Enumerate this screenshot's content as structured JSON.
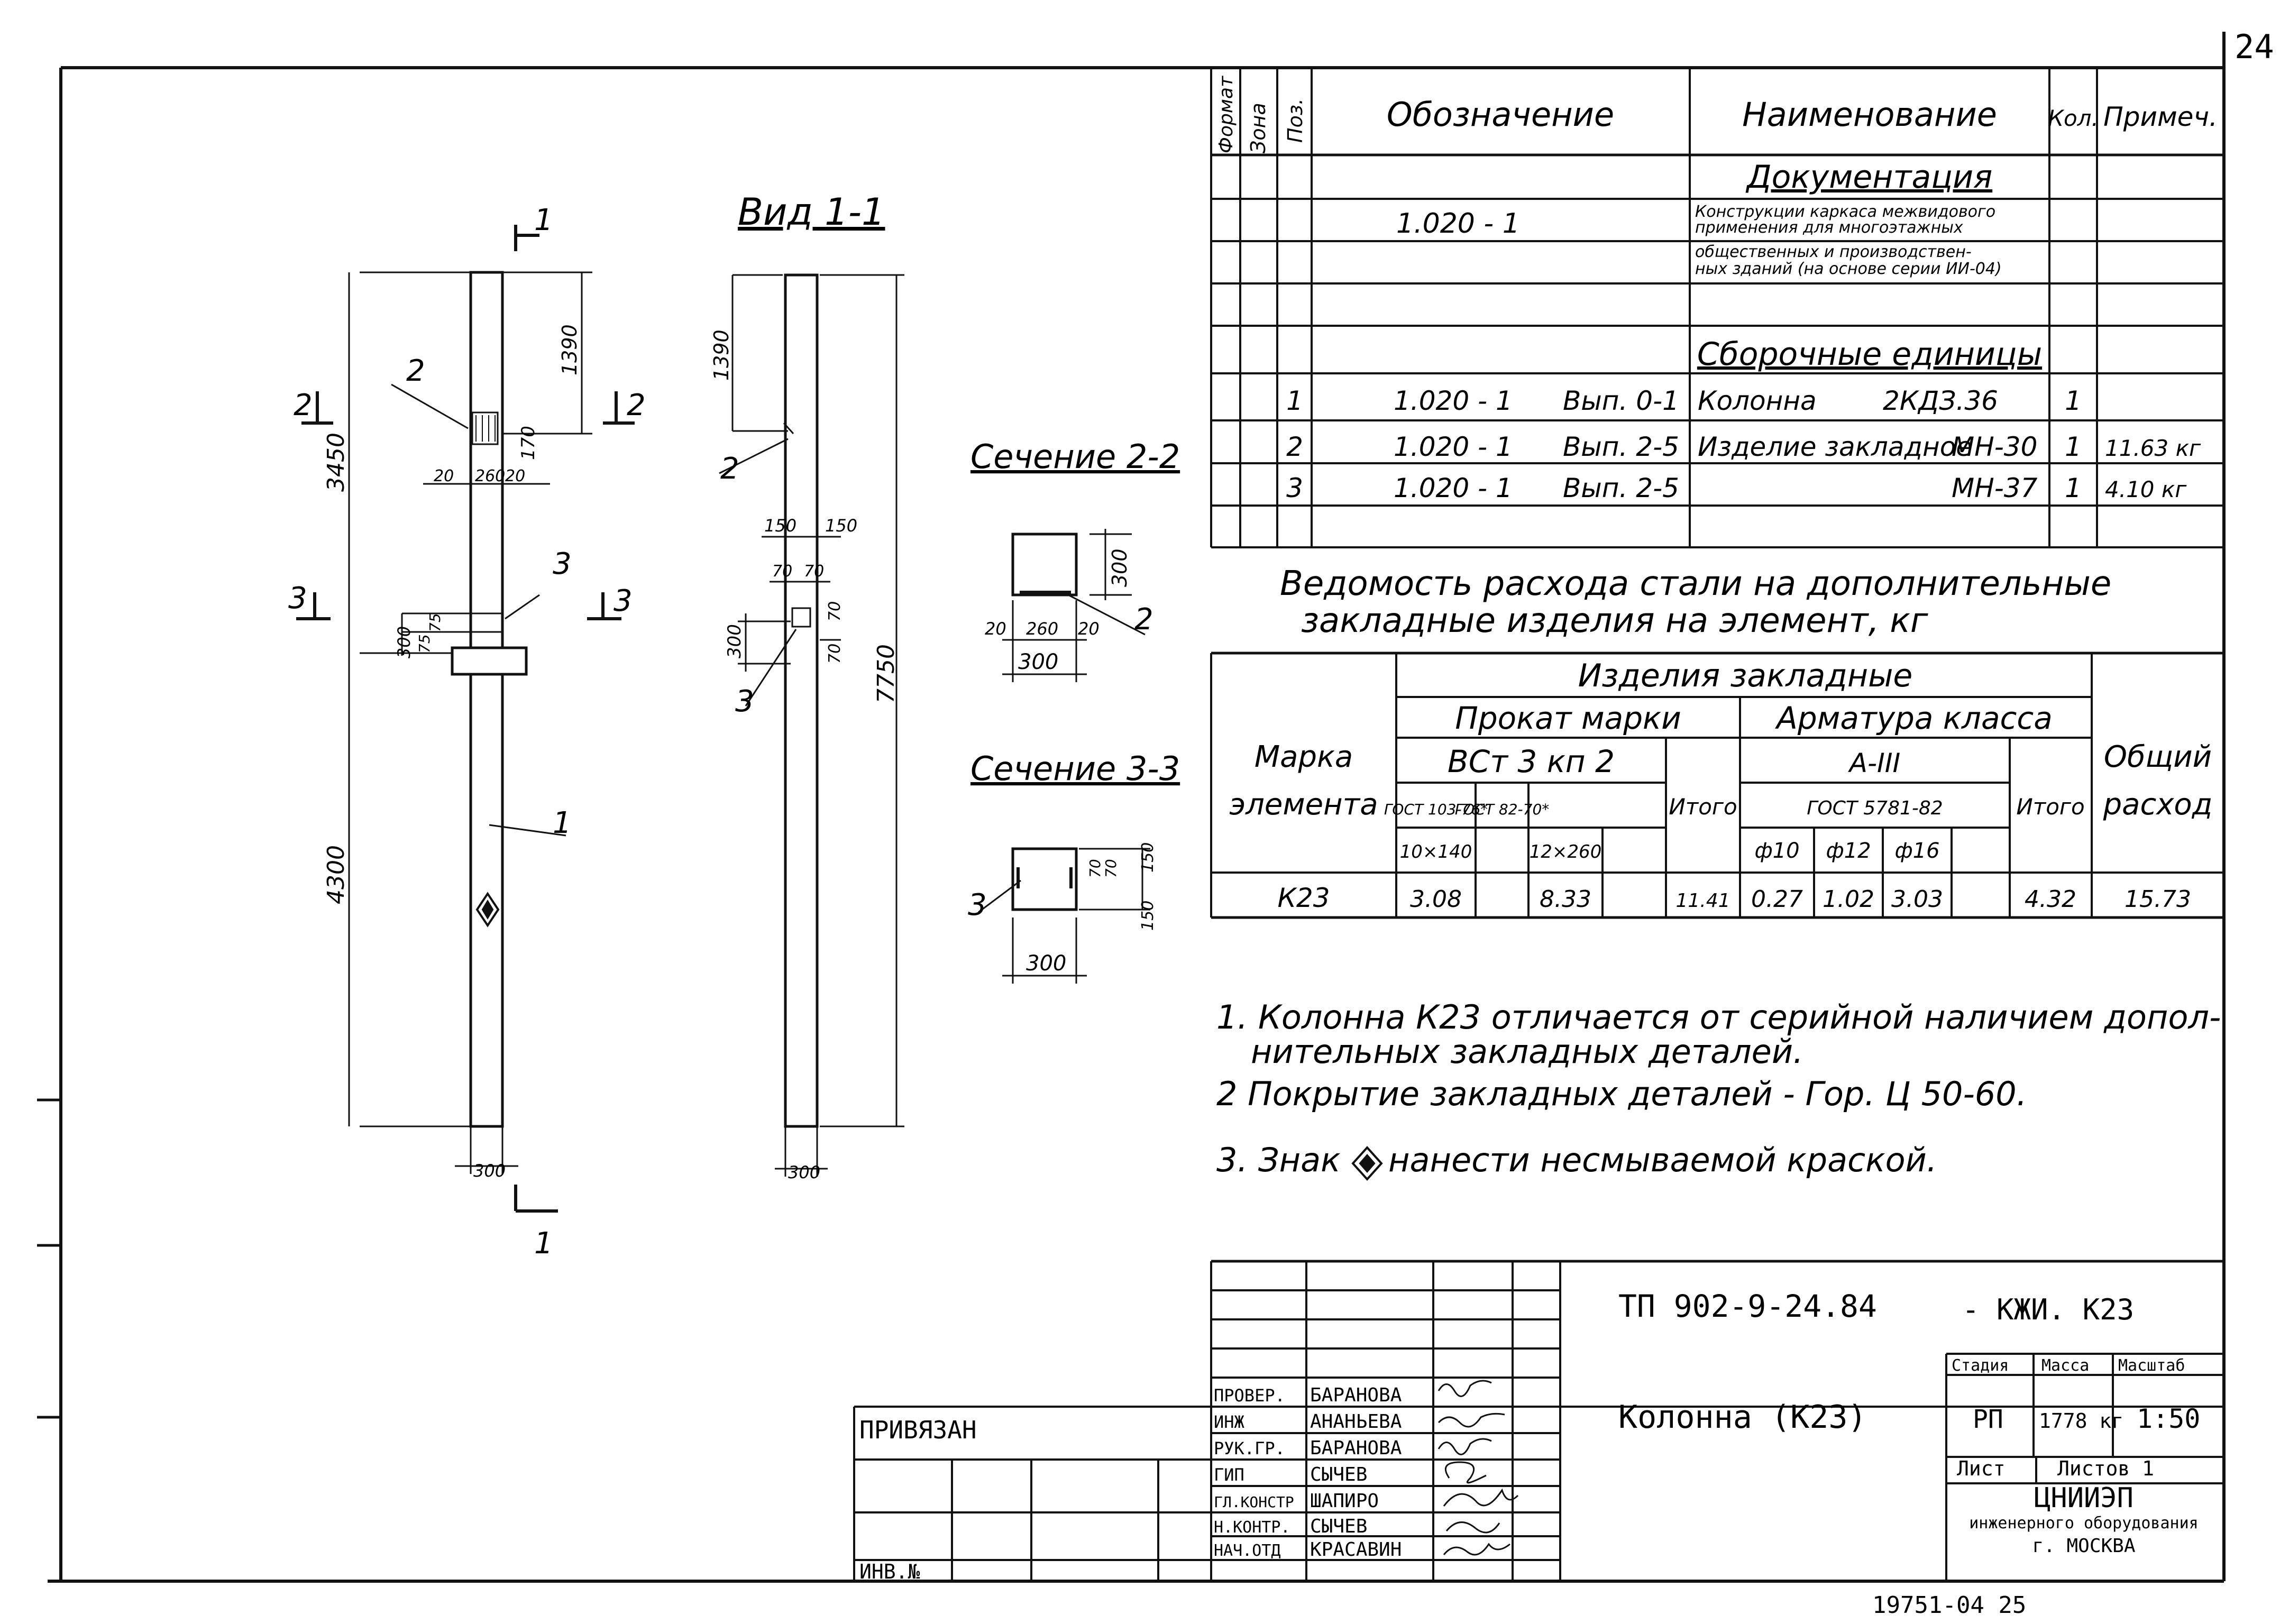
{
  "sheet": {
    "number": "24",
    "archive_number": "19751-04   25"
  },
  "spec": {
    "headers": [
      "Формат",
      "Зона",
      "Поз.",
      "Обозначение",
      "Наименование",
      "Кол.",
      "Примеч."
    ],
    "documentation_title": "Документация",
    "doc_designation": "1.020 - 1",
    "doc_description": [
      "Конструкции каркаса межвидового",
      "применения для многоэтажных",
      "общественных и производствен-",
      "ных зданий (на основе серии ИИ-04)"
    ],
    "assembly_title": "Сборочные единицы",
    "rows": [
      {
        "pos": "1",
        "designation": "1.020 - 1",
        "issue": "Вып. 0-1",
        "name": "Колонна",
        "mark": "2КДЗ.36",
        "qty": "1",
        "note": ""
      },
      {
        "pos": "2",
        "designation": "1.020 - 1",
        "issue": "Вып. 2-5",
        "name": "Изделие закладное",
        "mark": "МН-30",
        "qty": "1",
        "note": "11.63 кг"
      },
      {
        "pos": "3",
        "designation": "1.020 - 1",
        "issue": "Вып. 2-5",
        "name": "",
        "mark": "МН-37",
        "qty": "1",
        "note": "4.10 кг"
      }
    ]
  },
  "steel": {
    "title_line1": "Ведомость расхода стали на дополнительные",
    "title_line2": "закладные изделия на элемент, кг",
    "header_mark_1": "Марка",
    "header_mark_2": "элемента",
    "header_group": "Изделия   закладные",
    "header_rolled": "Прокат марки",
    "header_rolled_grade": "ВСт 3 кп 2",
    "header_rebar": "Арматура класса",
    "header_rebar_class": "А-III",
    "header_gost1": "ГОСТ 103-76*",
    "header_gost2": "ГОСТ 82-70*",
    "header_total": "Итого",
    "header_gost3": "ГОСТ 5781-82",
    "header_total2": "Итого",
    "header_overall_1": "Общий",
    "header_overall_2": "расход",
    "size1": "10×140",
    "size2": "12×260",
    "d10": "ф10",
    "d12": "ф12",
    "d16": "ф16",
    "row": {
      "mark": "К23",
      "v1": "3.08",
      "v2": "8.33",
      "total1": "11.41",
      "r10": "0.27",
      "r12": "1.02",
      "r16": "3.03",
      "total2": "4.32",
      "overall": "15.73"
    }
  },
  "notes": [
    "1. Колонна  К23 отличается от серийной наличием допол-",
    "нительных  закладных деталей.",
    "2  Покрытие закладных деталей - Гор. Ц 50-60.",
    "3. Знак",
    "нанести несмываемой краской."
  ],
  "drawing": {
    "view_title": "Вид 1-1",
    "section22": "Сечение 2-2",
    "section33": "Сечение 3-3",
    "cut_labels": [
      "1",
      "1",
      "2",
      "2",
      "3",
      "3"
    ],
    "pos_labels": [
      "1",
      "2",
      "3",
      "2",
      "3",
      "2",
      "3"
    ],
    "dims": {
      "d3450": "3450",
      "d4300": "4300",
      "d1390": "1390",
      "d1390b": "1390",
      "d7750": "7750",
      "d300": "300",
      "d300b": "300",
      "d300c": "300",
      "d75": "75",
      "d75b": "75",
      "d20a": "20",
      "d20b": "20",
      "d260": "260",
      "d170": "170",
      "d150a": "150",
      "d150b": "150",
      "d70a": "70",
      "d70b": "70",
      "d300s1": "300",
      "d300s2": "300",
      "d300sec": "300",
      "s22_20a": "20",
      "s22_260": "260",
      "s22_20b": "20",
      "s22_300h": "300",
      "s22_300": "300",
      "s33_70a": "70",
      "s33_70b": "70",
      "s33_150a": "150",
      "s33_150b": "150",
      "s33_300": "300",
      "v_150a": "150",
      "v_150b": "150",
      "v_70a": "70",
      "v_70b": "70",
      "v_70c": "70",
      "v_70d": "70"
    }
  },
  "titleblock": {
    "project_code": "ТП 902-9-24.84",
    "sheet_code": "- КЖИ. К23",
    "title": "Колонна    (К23)",
    "stage_h": "Стадия",
    "mass_h": "Масса",
    "scale_h": "Масштаб",
    "stage": "РП",
    "mass": "1778 кг",
    "scale": "1:50",
    "sheet_h": "Лист",
    "sheets_h": "Листов 1",
    "org1": "ЦНИИЭП",
    "org2": "инженерного оборудования",
    "org3": "г. МОСКВА",
    "privyazan": "ПРИВЯЗАН",
    "inv": "ИНВ.№",
    "roles": [
      "ПРОВЕР.",
      "ИНЖ",
      "РУК.ГР.",
      "ГИП",
      "ГЛ.КОНСТР",
      "Н.КОНТР.",
      "НАЧ.ОТД"
    ],
    "names": [
      "БАРАНОВА",
      "АНАНЬЕВА",
      "БАРАНОВА",
      "СЫЧЕВ",
      "ШАПИРО",
      "СЫЧЕВ",
      "КРАСАВИН"
    ]
  }
}
